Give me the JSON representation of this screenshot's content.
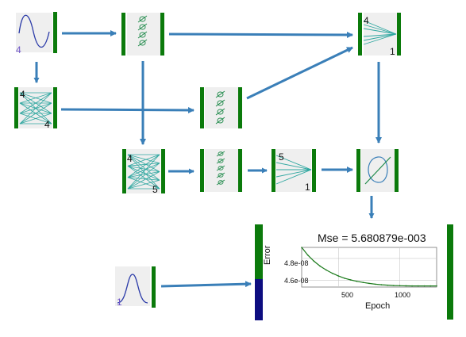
{
  "colors": {
    "bar_green": "#0b7a0b",
    "arrow_blue": "#3a7fb8",
    "link_cyan": "#2fa7a0",
    "panel_bg": "#efefef",
    "output_blue": "#0d0d80",
    "curve_green": "#1a7a1a"
  },
  "nodes": {
    "input_sine": {
      "icon": "sine-wave-icon",
      "label": "4"
    },
    "full_4x4": {
      "icon": "full-synapse-icon",
      "in_label": "4",
      "out_label": "4"
    },
    "tanh_top": {
      "icon": "tanh-axon-icon"
    },
    "tanh_mid": {
      "icon": "tanh-axon-icon"
    },
    "full_4x5": {
      "icon": "full-synapse-icon",
      "in_label": "4",
      "out_label": "5"
    },
    "tanh_row3": {
      "icon": "tanh-axon-icon"
    },
    "fan_5to1": {
      "icon": "fan-synapse-icon",
      "in_label": "5",
      "out_label": "1"
    },
    "fan_4to1": {
      "icon": "fan-synapse-icon",
      "in_label": "4",
      "out_label": "1"
    },
    "cost": {
      "icon": "l2-criterion-icon"
    },
    "desired": {
      "icon": "gaussian-pulse-icon",
      "label": "1"
    }
  },
  "chart_data": {
    "type": "line",
    "title": "Mse = 5.680879e-003",
    "xlabel": "Epoch",
    "ylabel": "Error",
    "xlim": [
      200,
      1300
    ],
    "ylim": [
      4.54e-08,
      4.9e-08
    ],
    "x_ticks": [
      500,
      1000
    ],
    "y_ticks": [
      4.6e-08,
      4.8e-08
    ],
    "x_tick_labels": [
      "500",
      "1000"
    ],
    "y_tick_labels": [
      "4.6e-08",
      "4.8e-08"
    ],
    "grid": true,
    "series": [
      {
        "x": [
          200,
          250,
          300,
          350,
          400,
          450,
          500,
          550,
          600,
          650,
          700,
          750,
          800,
          850,
          900,
          950,
          1000,
          1050,
          1100,
          1150,
          1200,
          1250,
          1300
        ],
        "y": [
          4.9e-08,
          4.83e-08,
          4.775e-08,
          4.73e-08,
          4.695e-08,
          4.665e-08,
          4.64e-08,
          4.62e-08,
          4.605e-08,
          4.592e-08,
          4.582e-08,
          4.573e-08,
          4.566e-08,
          4.561e-08,
          4.557e-08,
          4.554e-08,
          4.552e-08,
          4.551e-08,
          4.55e-08,
          4.55e-08,
          4.55e-08,
          4.55e-08,
          4.55e-08
        ]
      }
    ]
  },
  "progress": {
    "value": 0.57
  }
}
